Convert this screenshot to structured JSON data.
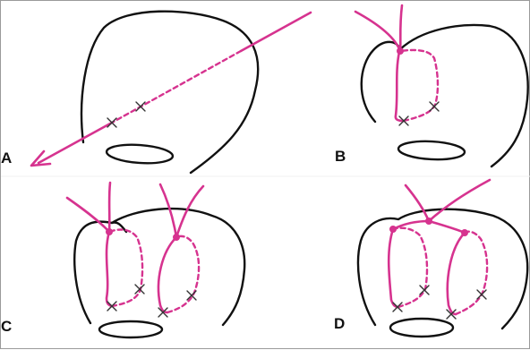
{
  "panels": [
    {
      "label": "A"
    },
    {
      "label": "B"
    },
    {
      "label": "C"
    },
    {
      "label": "D"
    }
  ],
  "colors": {
    "outline": "#111111",
    "suture": "#d6338f"
  }
}
